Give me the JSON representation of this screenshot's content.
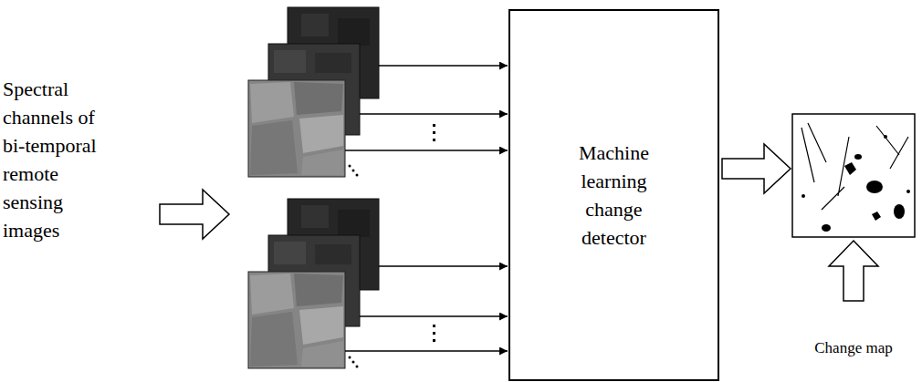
{
  "diagram": {
    "nodes": [
      {
        "text": [
          "Machine learning change detector"
        ]
      }
    ],
    "labels": [
      "Spectral channels of bi-temporal remote sensing images",
      "Change map"
    ]
  }
}
